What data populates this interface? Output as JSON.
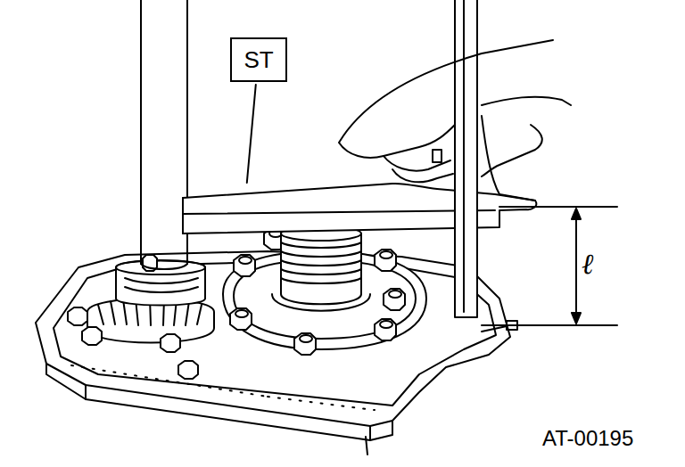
{
  "diagram": {
    "nodes": [
      {
        "text": [
          "ST"
        ]
      }
    ],
    "labels": [
      "ℓ",
      "AT-00195"
    ]
  }
}
